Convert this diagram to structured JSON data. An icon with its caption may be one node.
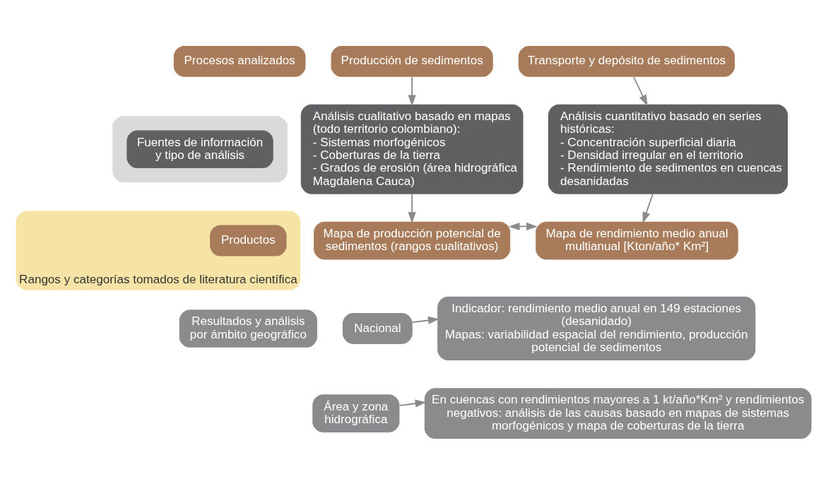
{
  "diagram": {
    "nodes": [
      {
        "text": [
          "Procesos analizados"
        ]
      },
      {
        "text": [
          "Producción de sedimentos"
        ]
      },
      {
        "text": [
          "Transporte y depósito de sedimentos"
        ]
      },
      {
        "text": [],
        "shape": "box"
      },
      {
        "text": [
          "Fuentes de información y tipo de análisis"
        ],
        "in": 3
      },
      {
        "text": [
          "Análisis cualitativo basado en mapas (todo territorio colombiano):",
          "- Sistemas morfogénicos",
          "- Coberturas de la tierra",
          "- Grados de erosión (área hidrográfica Magdalena Cauca)"
        ]
      },
      {
        "text": [
          "Análisis cuantitativo basado en series históricas:",
          "- Concentración superficial diaria",
          "- Densidad irregular en el territorio",
          "- Rendimiento de sedimentos en cuencas desanidadas"
        ]
      },
      {
        "text": [
          "Rangos y categorías tomados de literatura científica"
        ]
      },
      {
        "text": [
          "Productos"
        ],
        "in": 7
      },
      {
        "text": [
          "Mapa de producción potencial de sedimentos (rangos cualitativos)"
        ]
      },
      {
        "text": [
          "Mapa de rendimiento medio anual multianual [Kton/año* Km²]"
        ]
      },
      {
        "text": [
          "Resultados y análisis por ámbito geográfico"
        ]
      },
      {
        "text": [
          "Nacional"
        ]
      },
      {
        "text": [
          "Indicador: rendimiento medio anual en 149 estaciones (desanidado)",
          "Mapas: variabilidad espacial del rendimiento, producción potencial de sedimentos"
        ]
      },
      {
        "text": [
          "Área y zona hidrográfica"
        ]
      },
      {
        "text": [
          "En cuencas con rendimientos mayores a 1 kt/año*Km² y rendimientos negativos: análisis de las causas basado en mapas de sistemas morfogénicos y mapa de coberturas de la tierra"
        ]
      }
    ],
    "edges": [
      {
        "from": 1,
        "to": 5,
        "arrow": "to"
      },
      {
        "from": 2,
        "to": 6,
        "arrow": "to"
      },
      {
        "from": 5,
        "to": 9,
        "arrow": "to"
      },
      {
        "from": 6,
        "to": 10,
        "arrow": "to"
      },
      {
        "from": 9,
        "to": 10,
        "arrow": "both"
      },
      {
        "from": 12,
        "to": 13,
        "arrow": "to"
      },
      {
        "from": 14,
        "to": 15,
        "arrow": "to"
      }
    ]
  }
}
